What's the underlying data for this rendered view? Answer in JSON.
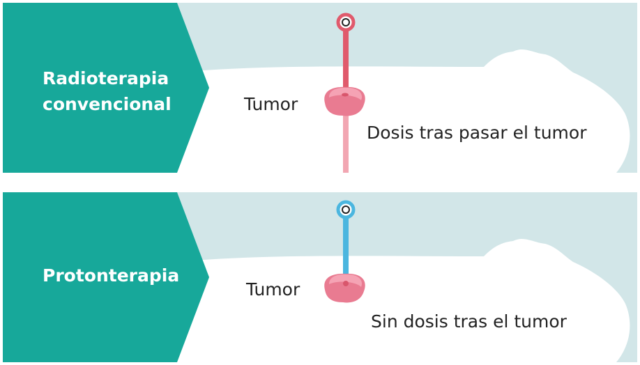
{
  "colors": {
    "teal": "#17a89a",
    "background": "#d2e6e8",
    "body": "#ffffff",
    "conventional_beam": "#e05a6c",
    "conventional_exit": "#f2a6b2",
    "proton_beam": "#4bb6df",
    "tumor": "#e97b91",
    "tumor_light": "#f5a3b4"
  },
  "panels": [
    {
      "label_lines": [
        "Radioterapia",
        "convencional"
      ],
      "tumor_label": "Tumor",
      "dose_label": "Dosis tras pasar el tumor"
    },
    {
      "label_lines": [
        "Protonterapia"
      ],
      "tumor_label": "Tumor",
      "dose_label": "Sin dosis tras el tumor"
    }
  ]
}
